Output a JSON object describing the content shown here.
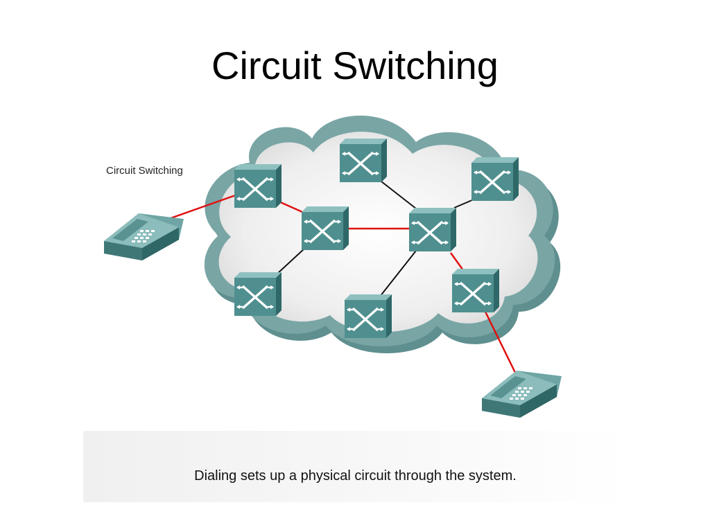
{
  "slide": {
    "title": "Circuit Switching",
    "diagram_label": "Circuit Switching",
    "caption": "Dialing sets up a physical circuit through the system."
  },
  "colors": {
    "circuit_path": "#e01010",
    "idle_link": "#111111",
    "switch_face": "#4f8f8f",
    "switch_top": "#8fc0c0",
    "switch_side": "#2f6868",
    "cloud_edge": "#5f8f8f"
  },
  "icons": [
    "switch-icon",
    "telephone-icon",
    "cloud-network-icon"
  ]
}
